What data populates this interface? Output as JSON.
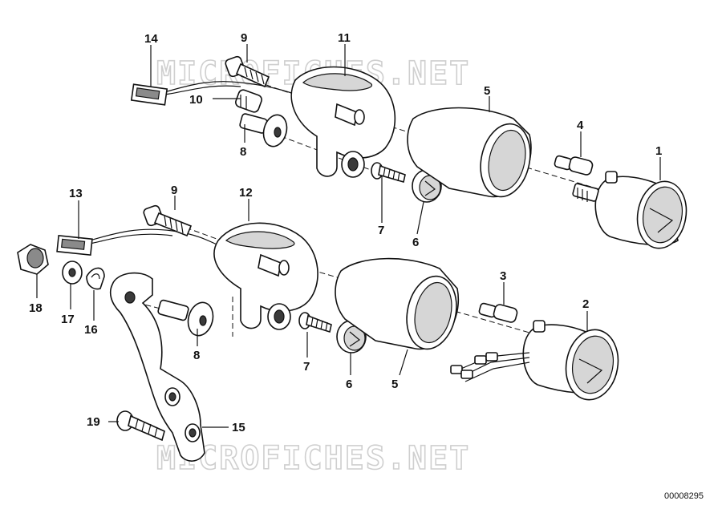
{
  "watermark": "MICROFICHES.NET",
  "document_id": "00008295",
  "callouts": {
    "c1": "1",
    "c2": "2",
    "c3": "3",
    "c4": "4",
    "c5a": "5",
    "c5b": "5",
    "c6a": "6",
    "c6b": "6",
    "c7a": "7",
    "c7b": "7",
    "c8a": "8",
    "c8b": "8",
    "c9a": "9",
    "c9b": "9",
    "c10": "10",
    "c11": "11",
    "c12": "12",
    "c13": "13",
    "c14": "14",
    "c15": "15",
    "c16": "16",
    "c17": "17",
    "c18": "18",
    "c19": "19"
  }
}
